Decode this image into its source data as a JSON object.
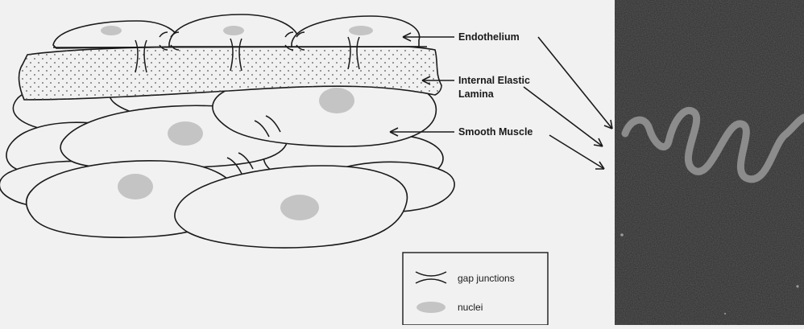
{
  "labels": {
    "endothelium": "Endothelium",
    "elastic_lamina_line1": "Internal Elastic",
    "elastic_lamina_line2": "Lamina",
    "smooth_muscle": "Smooth Muscle"
  },
  "legend": {
    "gap_junctions": "gap junctions",
    "nuclei": "nuclei"
  },
  "colors": {
    "background": "#f1f1f1",
    "outline": "#1a1a1a",
    "nucleus_fill": "#c4c4c4",
    "micrograph_bg": "#2a2a2a",
    "elastic_fiber": "#8c8c8c"
  }
}
